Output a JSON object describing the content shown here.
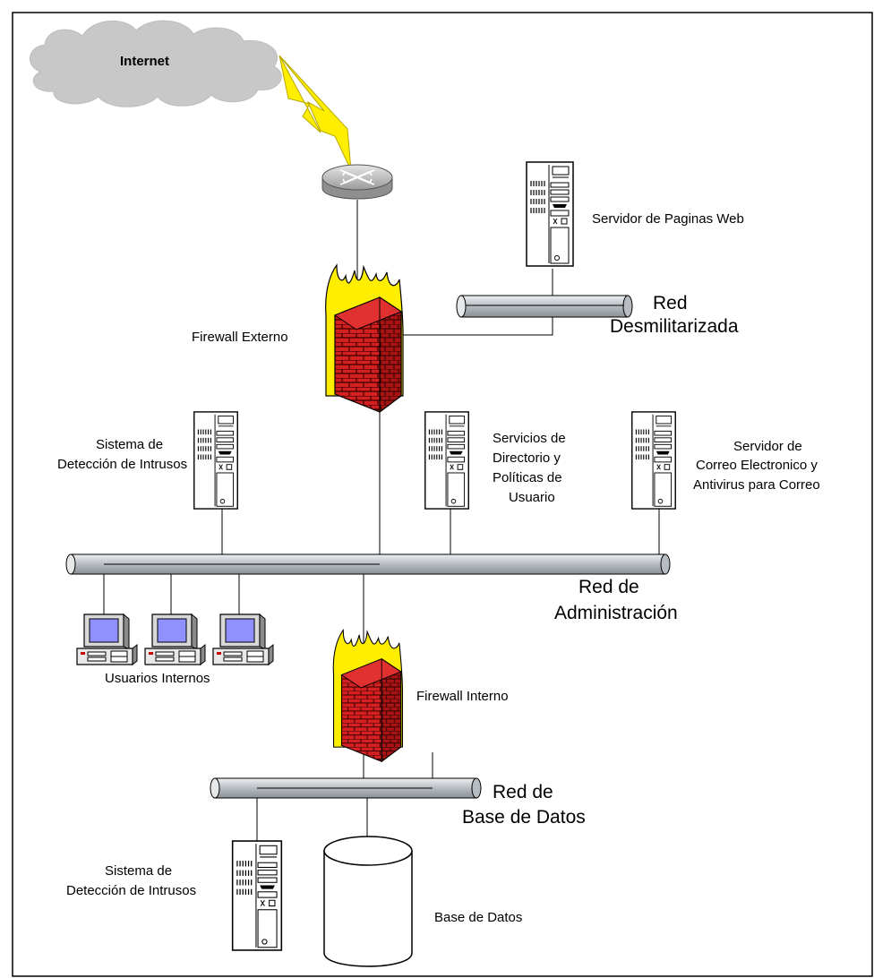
{
  "labels": {
    "internet": "Internet",
    "web_server": "Servidor de Paginas Web",
    "dmz_line1": "Red",
    "dmz_line2": "Desmilitarizada",
    "firewall_ext": "Firewall Externo",
    "ids_top_line1": "Sistema de",
    "ids_top_line2": "Detección de Intrusos",
    "dir_line1": "Servicios de",
    "dir_line2": "Directorio y",
    "dir_line3": "Políticas de",
    "dir_line4": "Usuario",
    "mail_line1": "Servidor de",
    "mail_line2": "Correo Electronico y",
    "mail_line3": "Antivirus para Correo",
    "admin_line1": "Red de",
    "admin_line2": "Administración",
    "users": "Usuarios Internos",
    "firewall_int": "Firewall Interno",
    "dbnet_line1": "Red de",
    "dbnet_line2": "Base de Datos",
    "ids_bot_line1": "Sistema de",
    "ids_bot_line2": "Detección de Intrusos",
    "database": "Base de Datos"
  },
  "colors": {
    "brick": "#d42020",
    "flame": "#ffee00",
    "lightning": "#ffee00",
    "cloud": "#c8c8c8",
    "pipe": "#c0c4c8",
    "screen": "#9090ff"
  },
  "icons": [
    "cloud-icon",
    "lightning-icon",
    "router-icon",
    "firewall-icon",
    "server-tower-icon",
    "desktop-computer-icon",
    "database-cylinder-icon",
    "network-bus-icon"
  ]
}
